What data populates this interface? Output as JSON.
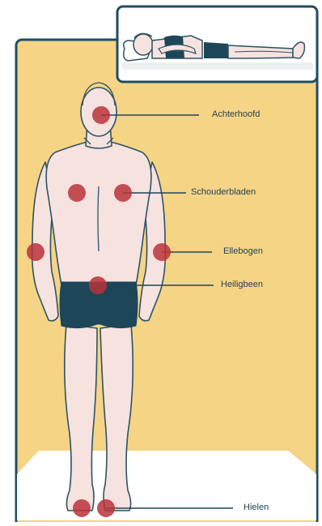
{
  "labels": {
    "head": "Achterhoofd",
    "shoulder_blades": "Schouderbladen",
    "elbows": "Ellebogen",
    "sacrum": "Heiligbeen",
    "heels": "Hielen"
  },
  "colors": {
    "background": "#f6d486",
    "frame": "#1d4e62",
    "skin": "#f6e2df",
    "skin_outline": "#2d5364",
    "briefs": "#1d4659",
    "pressure_point": "#b9323a",
    "floor": "#ffffff"
  }
}
